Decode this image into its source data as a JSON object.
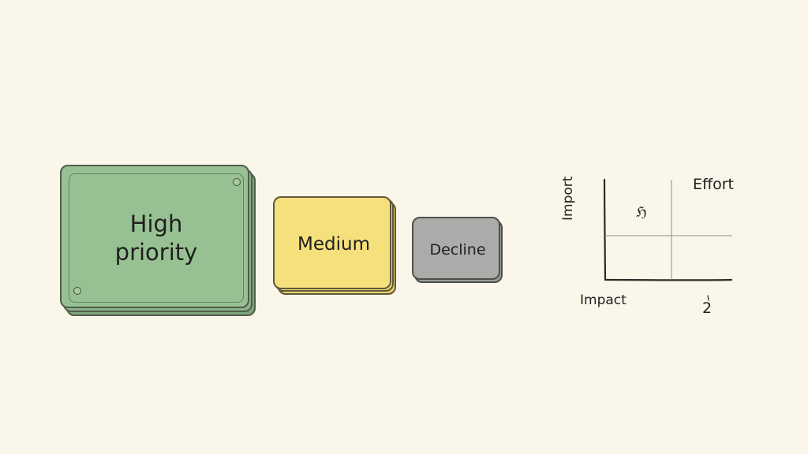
{
  "cards": {
    "high": {
      "label": "High\npriority",
      "color": "#98c193"
    },
    "medium": {
      "label": "Medium",
      "color": "#f5e07c"
    },
    "decline": {
      "label": "Decline",
      "color": "#ababa9"
    }
  },
  "matrix": {
    "y_axis_label": "Import",
    "top_right_label": "Effort",
    "x_axis_label": "Impact",
    "corner_mark": "2",
    "scribble": "ℌ",
    "axis_color": "#2a2a28"
  },
  "background_color": "#fbf6ea"
}
